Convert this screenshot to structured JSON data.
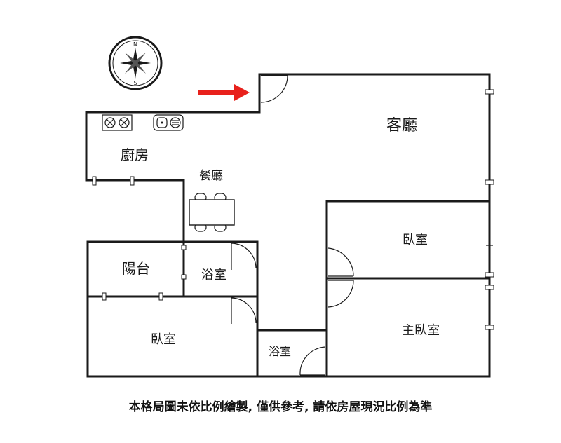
{
  "rooms": {
    "living_room": "客廳",
    "kitchen": "廚房",
    "dining_room": "餐廳",
    "balcony": "陽台",
    "bath_1": "浴室",
    "bath_2": "浴室",
    "bedroom_left": "臥室",
    "bedroom_right": "臥室",
    "master_bedroom": "主臥室"
  },
  "compass": {
    "north": "N",
    "south": "S"
  },
  "entrance_arrow_color": "#e8211c",
  "disclaimer": "本格局圖未依比例繪製, 僅供參考, 請依房屋現況比例為準"
}
